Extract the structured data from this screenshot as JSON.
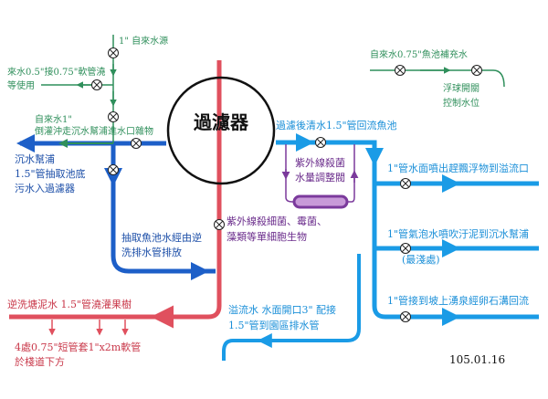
{
  "filter": {
    "label": "過濾器"
  },
  "tap_water": {
    "source": "1\" 自來水源",
    "branch_line1": "來水0.5\"接0.75\"軟管澆",
    "branch_line2": "等使用",
    "backflush_line1": "自來水1\"",
    "backflush_line2": "倒灌沖走沉水幫浦進水口雜物"
  },
  "sump": {
    "line1": "沉水幫浦",
    "line2": "1.5\"管抽取池底",
    "line3": "污水入過濾器"
  },
  "drain_pond": {
    "line1": "抽取魚池水經由逆",
    "line2": "洗排水管排放"
  },
  "backwash": {
    "title": "逆洗塘泥水  1.5\"管澆灌果樹",
    "note_line1": "4處0.75\"短管套1\"x2m軟管",
    "note_line2": "於棧道下方"
  },
  "top_up": {
    "title": "自來水0.75\"魚池補充水",
    "float_line1": "浮球開關",
    "float_line2": "控制水位"
  },
  "clean_return": {
    "title": "過濾後清水1.5\"管回流魚池"
  },
  "uv": {
    "valve_line1": "紫外線殺菌",
    "valve_line2": "水量調整閥",
    "desc_line1": "紫外線殺細菌、霉菌、",
    "desc_line2": "藻類等單細胞生物"
  },
  "outlets": [
    {
      "label": "1\"管水面噴出趕飄浮物到溢流口"
    },
    {
      "label": "1\"管氣泡水噴吹汙泥到沉水幫浦",
      "note": "(最淺處)"
    },
    {
      "label": "1\"管接到坡上湧泉經卵石溝回流"
    }
  ],
  "overflow": {
    "line1": "溢流水  水面開口3\"  配接",
    "line2": "1.5\"管到園區排水管"
  },
  "date": "105.01.16",
  "colors": {
    "green": "#2f8f5b",
    "blue": "#1d5fc8",
    "light_blue": "#1a9be6",
    "red": "#e0505e",
    "purple": "#7b3a9c"
  }
}
